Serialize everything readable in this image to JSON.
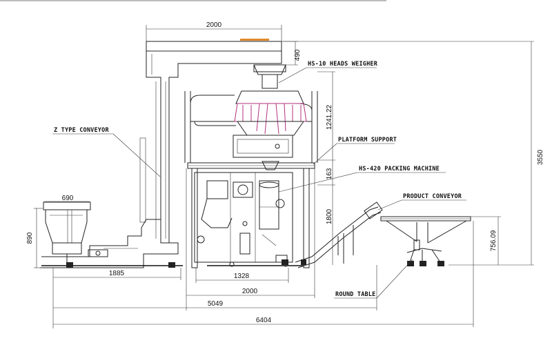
{
  "dimensions": {
    "hopper_width": "2000",
    "top_offset": "490",
    "weigher_height": "1241.22",
    "support_height": "163",
    "platform_height": "1800",
    "total_height": "3550",
    "feeder_width": "690",
    "feeder_height": "890",
    "conveyor_length": "1885",
    "machine_width": "1328",
    "platform_width": "2000",
    "overall_machine": "5049",
    "overall_length": "6404",
    "table_height": "756.09"
  },
  "labels": {
    "weigher": "HS-10 HEADS WEIGHER",
    "z_conveyor": "Z TYPE CONVEYOR",
    "platform_support": "PLATFORM SUPPORT",
    "packing_machine": "HS-420 PACKING MACHINE",
    "product_conveyor": "PRODUCT CONVEYOR",
    "round_table": "ROUND TABLE"
  },
  "colors": {
    "line": "#222222",
    "accent_orange": "#e08a2a",
    "weigher_magenta": "#b0307a"
  }
}
